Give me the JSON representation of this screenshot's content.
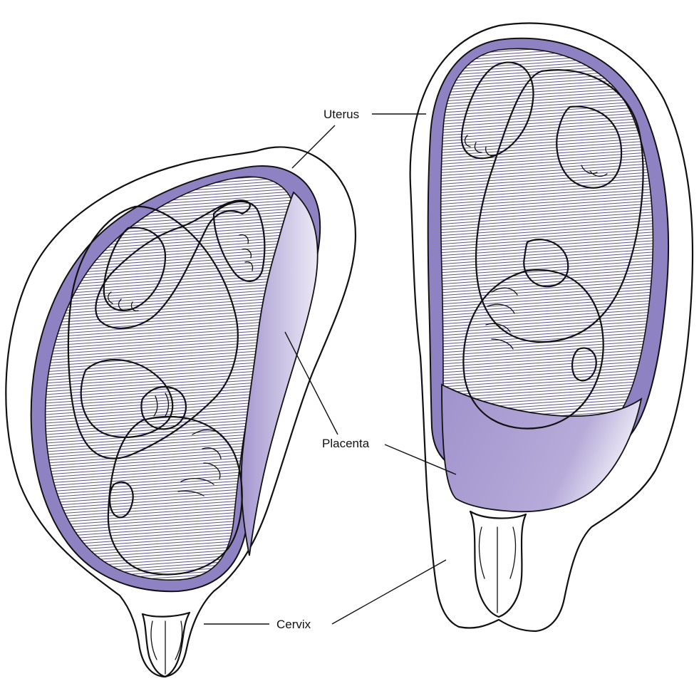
{
  "labels": {
    "uterus": "Uterus",
    "placenta": "Placenta",
    "cervix": "Cervix"
  },
  "colors": {
    "wall_light": "#ece9f5",
    "wall_mid": "#cfc8e6",
    "wall_dark": "#9d8fc9",
    "placenta_dark": "#a497cf",
    "placenta_light": "#e9e5f4",
    "fluid_hatch": "#7a70a8",
    "ink": "#111111",
    "skin": "#ffffff"
  }
}
